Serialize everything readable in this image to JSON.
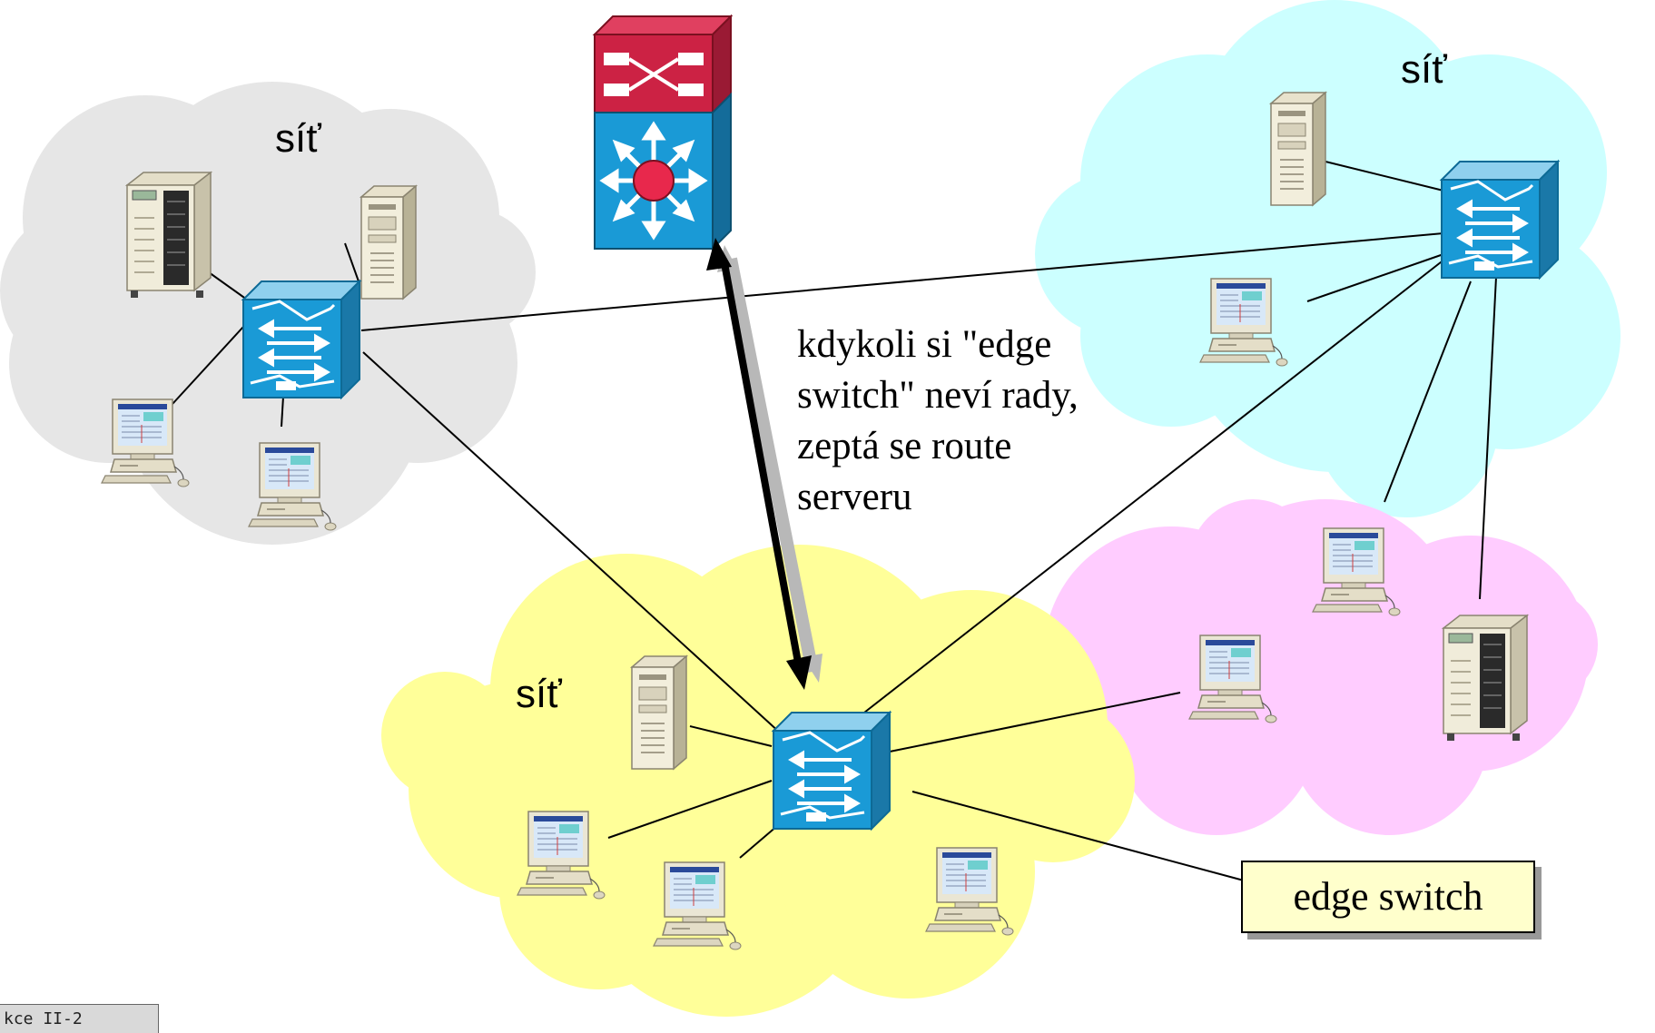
{
  "clouds": {
    "gray_label": "síť",
    "cyan_label": "síť",
    "yellow_label": "síť"
  },
  "note": {
    "line1": "kdykoli si \"edge",
    "line2": "switch\" neví rady,",
    "line3": "zeptá se route",
    "line4": "serveru"
  },
  "edge_switch_label": "edge switch",
  "footer_text": "kce II-2",
  "colors": {
    "cloud_gray": "#e6e6e6",
    "cloud_cyan": "#ccffff",
    "cloud_pink": "#ffccff",
    "cloud_yellow": "#ffff99",
    "switch_blue": "#1a9ad6",
    "route_server_red": "#cc2244",
    "label_box": "#ffffcc"
  },
  "icons": [
    "route-server-icon",
    "edge-switch-icon",
    "server-icon",
    "workstation-icon"
  ]
}
